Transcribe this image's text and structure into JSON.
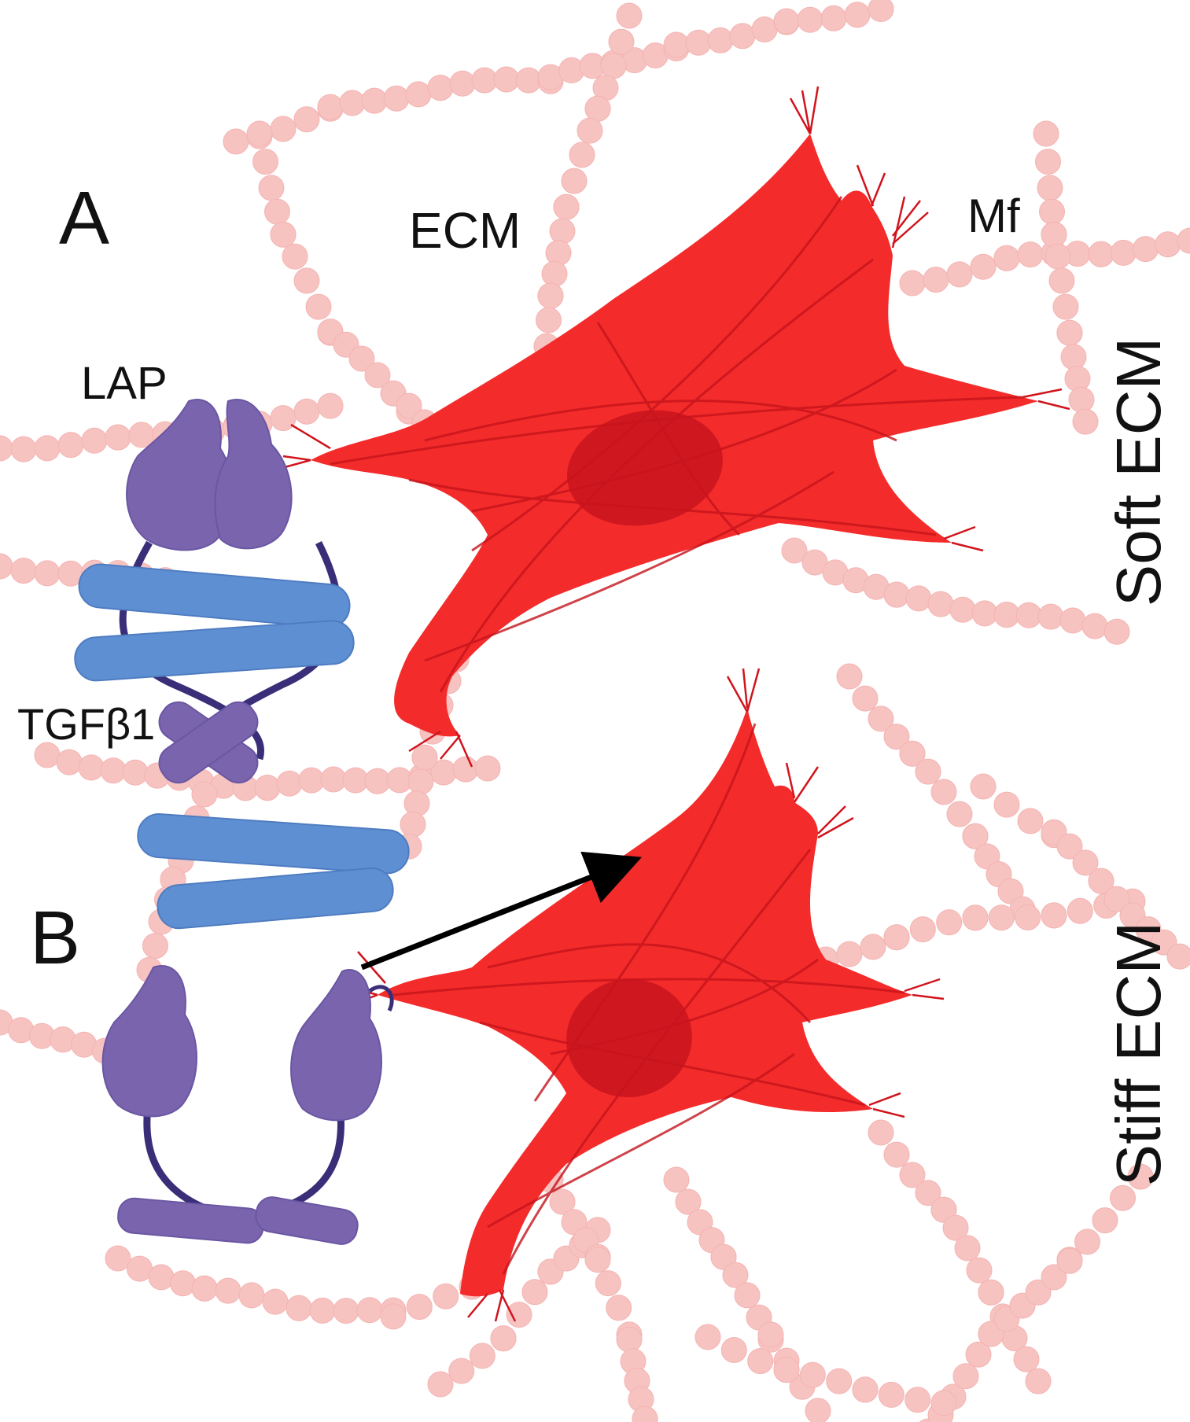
{
  "labels": {
    "panel_a": "A",
    "panel_b": "B",
    "ecm": "ECM",
    "mf": "Mf",
    "lap": "LAP",
    "tgfb1": "TGFβ1",
    "soft_ecm": "Soft ECM",
    "stiff_ecm": "Stiff ECM"
  },
  "colors": {
    "ecm_bead": "#f6b9b7",
    "cell": "#f42b2b",
    "cell_fiber": "#c5141c",
    "nucleus": "#c8141d",
    "lap_purple": "#7a64ad",
    "lap_dark": "#3a2e79",
    "tgf_blue": "#5f8fd3",
    "arrow": "#000000"
  },
  "icons": [
    "myofibroblast-cell",
    "latent-tgfb1-complex",
    "active-tgfb1-dimer",
    "ecm-fiber-chain",
    "release-arrow"
  ]
}
